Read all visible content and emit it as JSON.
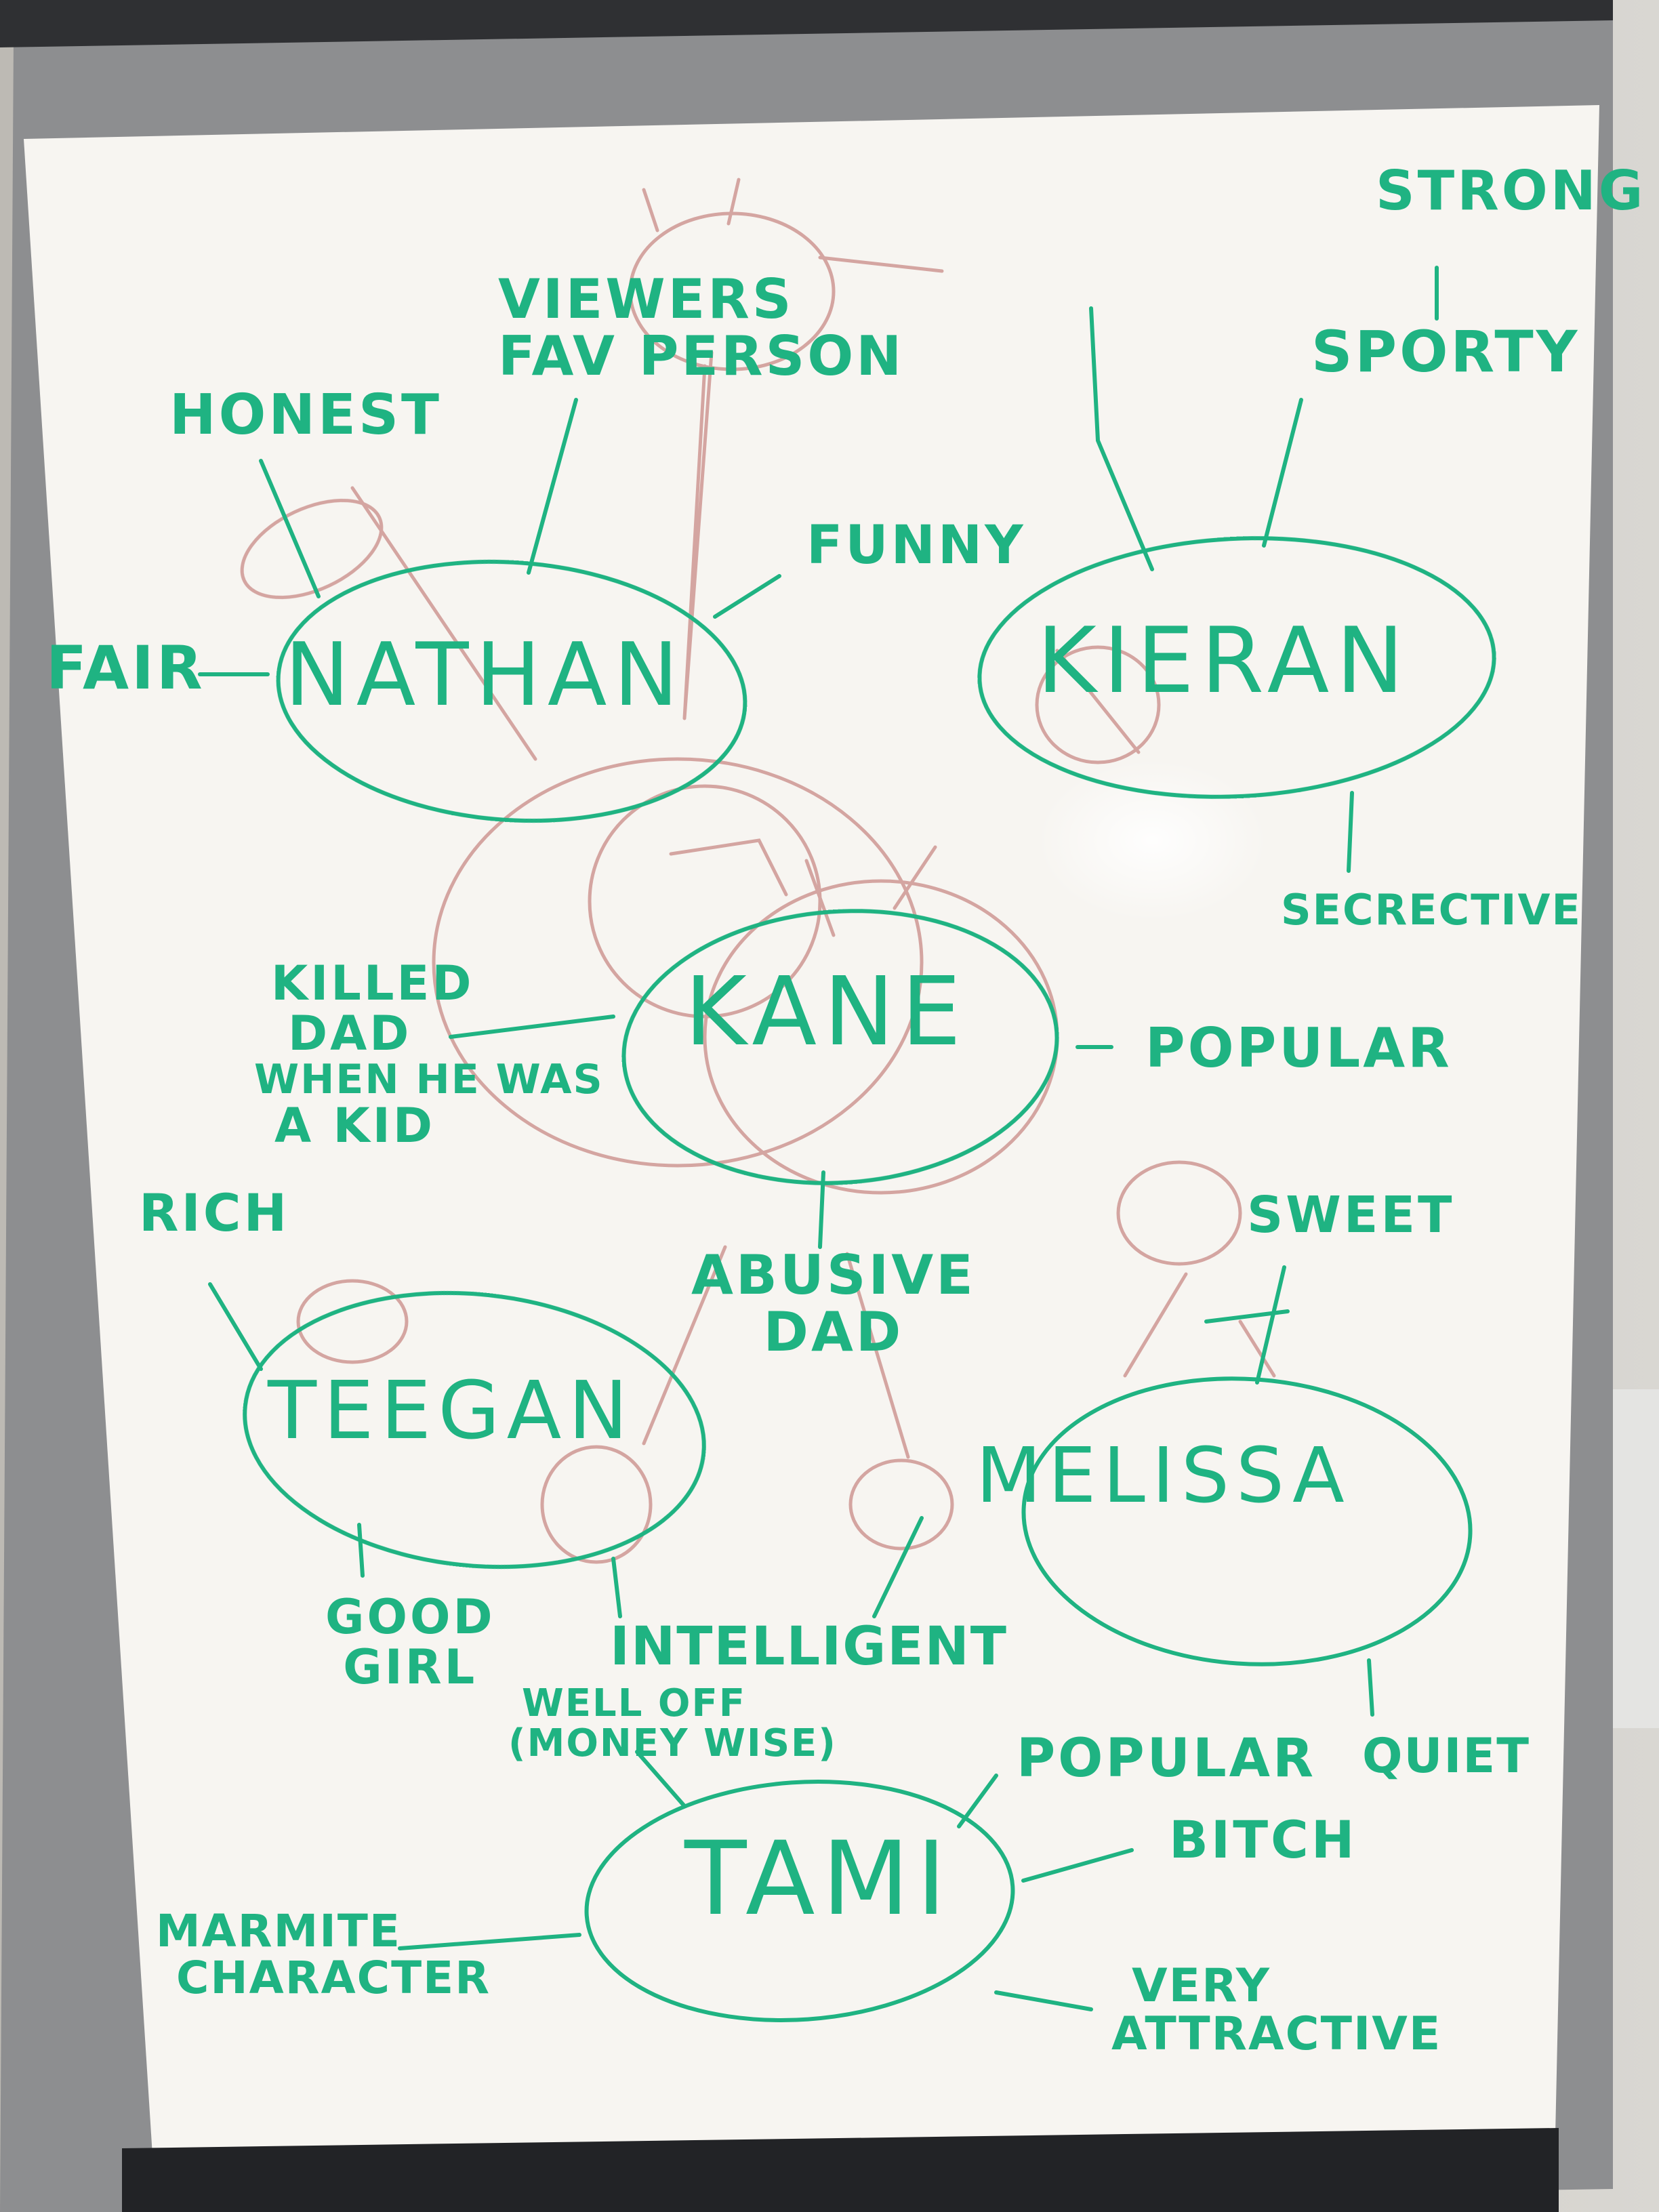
{
  "whiteboard": {
    "colors": {
      "marker_green": "#1fb382",
      "marker_red": "#c98a86",
      "board": "#f7f5f1",
      "frame": "#8d8e90"
    },
    "characters": {
      "nathan": {
        "name": "NATHAN",
        "traits": {
          "honest": "HONEST",
          "viewers": [
            "VIEWERS",
            "FAV PERSON"
          ],
          "funny": "FUNNY",
          "fair": "FAIR"
        }
      },
      "kieran": {
        "name": "KIERAN",
        "traits": {
          "strong": "STRONG",
          "sporty": "SPORTY",
          "secretive": "SECRECTIVE"
        }
      },
      "kane": {
        "name": "KANE",
        "traits": {
          "killed": [
            "KILLED",
            "DAD",
            "WHEN HE WAS",
            "A KID"
          ],
          "popular": "POPULAR",
          "abusive": [
            "ABUSIVE",
            "DAD"
          ]
        }
      },
      "teegan": {
        "name": "TEEGAN",
        "traits": {
          "rich": "RICH",
          "good": [
            "GOOD",
            "GIRL"
          ],
          "intelligent": "INTELLIGENT"
        }
      },
      "melissa": {
        "name": "MELISSA",
        "traits": {
          "sweet": "SWEET",
          "quiet": "QUIET"
        }
      },
      "tami": {
        "name": "TAMI",
        "traits": {
          "welloff": [
            "WELL OFF",
            "(MONEY WISE)"
          ],
          "popular": "POPULAR",
          "bitch": "BITCH",
          "marmite": [
            "MARMITE",
            "CHARACTER"
          ],
          "attractive": [
            "VERY",
            "ATTRACTIVE"
          ]
        }
      }
    }
  }
}
